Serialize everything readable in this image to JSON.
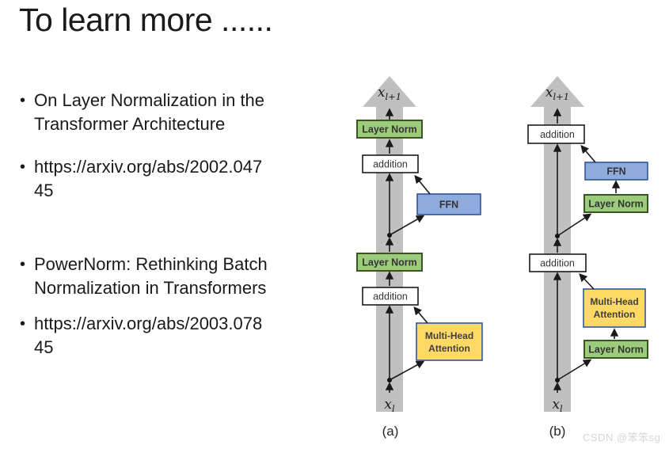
{
  "slide": {
    "title": "To learn more ......",
    "bullet_marker": "•",
    "bullets": [
      {
        "line1": "On Layer Normalization in the",
        "line2": "Transformer Architecture"
      },
      {
        "line1": "https://arxiv.org/abs/2002.047",
        "line2": "45"
      },
      {
        "line1": "PowerNorm: Rethinking Batch",
        "line2": "Normalization in Transformers"
      },
      {
        "line1": "https://arxiv.org/abs/2003.078",
        "line2": "45"
      }
    ]
  },
  "diagrams": {
    "a": {
      "caption": "(a)",
      "output_var": "x",
      "output_sub": "l+1",
      "input_var": "x",
      "input_sub": "l",
      "blocks": {
        "layer_norm_top": "Layer Norm",
        "addition_top": "addition",
        "ffn": "FFN",
        "layer_norm_bottom": "Layer Norm",
        "addition_bottom": "addition",
        "mha_line1": "Multi-Head",
        "mha_line2": "Attention"
      }
    },
    "b": {
      "caption": "(b)",
      "output_var": "x",
      "output_sub": "l+1",
      "input_var": "x",
      "input_sub": "l",
      "blocks": {
        "addition_top": "addition",
        "ffn": "FFN",
        "layer_norm_upper": "Layer Norm",
        "addition_bottom": "addition",
        "mha_line1": "Multi-Head",
        "mha_line2": "Attention",
        "layer_norm_lower": "Layer Norm"
      }
    }
  },
  "colors": {
    "band_gray": "#c0c0c0",
    "green_fill": "#9ccb7c",
    "green_border": "#3a5520",
    "blue_fill": "#8faadc",
    "blue_border": "#2f5597",
    "yellow_fill": "#ffd966",
    "yellow_border": "#2f5597",
    "white_fill": "#ffffff",
    "dark_border": "#1a1a1a"
  },
  "watermark": "CSDN @笨笨sg"
}
